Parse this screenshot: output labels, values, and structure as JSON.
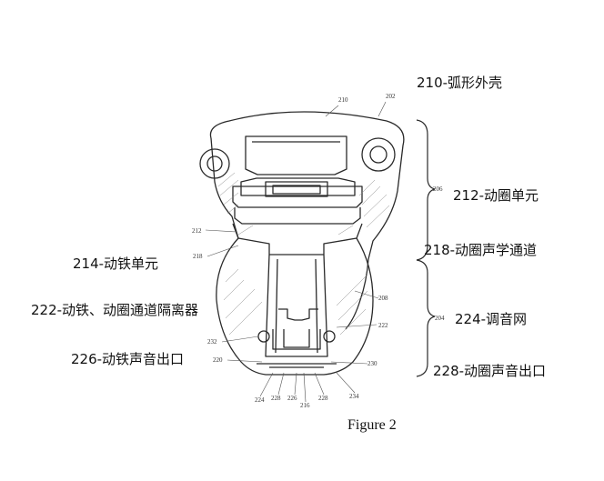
{
  "figure_caption": "Figure 2",
  "labels": {
    "l210": "210-弧形外壳",
    "l212": "212-动圈单元",
    "l214": "214-动铁单元",
    "l218": "218-动圈声学通道",
    "l222": "222-动铁、动圈通道隔离器",
    "l224": "224-调音网",
    "l226": "226-动铁声音出口",
    "l228": "228-动圈声音出口"
  },
  "ref_numbers": {
    "n202": "202",
    "n204": "204",
    "n206": "206",
    "n208": "208",
    "n210": "210",
    "n212": "212",
    "n218": "218",
    "n220": "220",
    "n222": "222",
    "n224": "224",
    "n226": "226",
    "n228a": "228",
    "n228b": "228",
    "n216": "216",
    "n230": "230",
    "n232": "232",
    "n234": "234"
  },
  "colors": {
    "line": "#2a2a2a",
    "text": "#111111",
    "background": "#ffffff"
  }
}
